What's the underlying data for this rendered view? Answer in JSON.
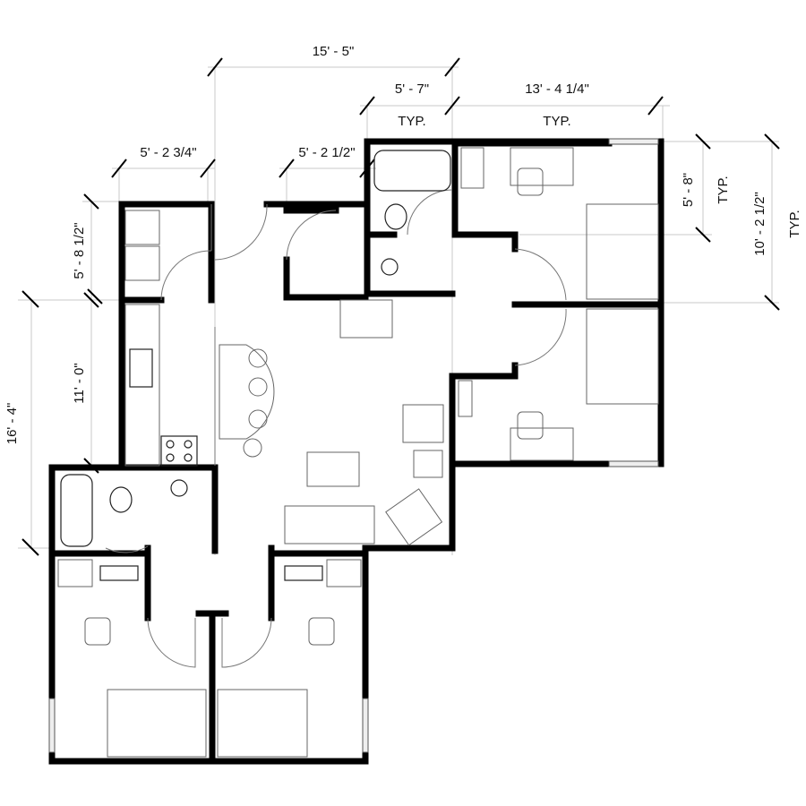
{
  "title": "Apartment floor plan",
  "dimensions": {
    "overall_top": "15' - 5\"",
    "bath_width": "5' - 7\"",
    "bath_width_note": "TYP.",
    "bedroom_width": "13' - 4 1/4\"",
    "bedroom_width_note": "TYP.",
    "closet_left": "5' - 2 3/4\"",
    "closet_mid": "5' - 2 1/2\"",
    "closet_depth": "5' - 8 1/2\"",
    "kitchen_length": "11' - 0\"",
    "left_overall": "16' - 4\"",
    "right_closet": "5' - 8\"",
    "right_closet_note": "TYP.",
    "right_bedroom": "10' - 2 1/2\"",
    "right_bedroom_note": "TYP."
  }
}
